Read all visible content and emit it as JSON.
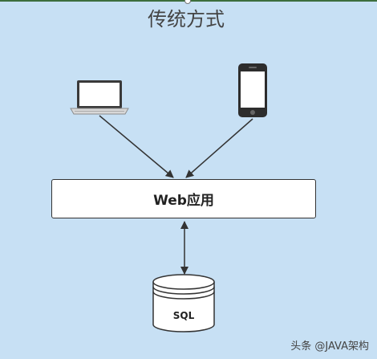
{
  "title": "传统方式",
  "nodes": {
    "web_app": "Web应用",
    "database": "SQL"
  },
  "icons": {
    "client_1": "laptop-icon",
    "client_2": "smartphone-icon",
    "storage": "database-icon"
  },
  "watermark": "头条 @JAVA架构",
  "colors": {
    "background": "#c7e0f4",
    "stroke": "#333333"
  }
}
